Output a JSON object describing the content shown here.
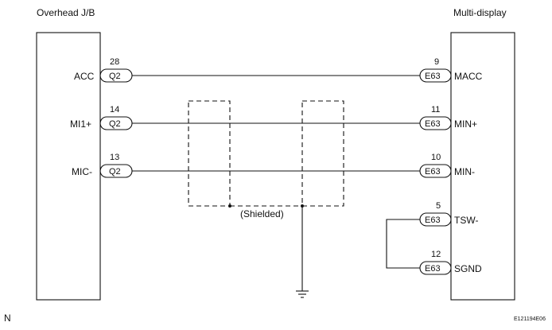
{
  "left_component": {
    "name": "Overhead J/B"
  },
  "right_component": {
    "name": "Multi-display"
  },
  "wires": [
    {
      "left_label": "ACC",
      "left_pin": "28",
      "left_conn": "Q2",
      "right_label": "MACC",
      "right_pin": "9",
      "right_conn": "E63"
    },
    {
      "left_label": "MI1+",
      "left_pin": "14",
      "left_conn": "Q2",
      "right_label": "MIN+",
      "right_pin": "11",
      "right_conn": "E63"
    },
    {
      "left_label": "MIC-",
      "left_pin": "13",
      "left_conn": "Q2",
      "right_label": "MIN-",
      "right_pin": "10",
      "right_conn": "E63"
    }
  ],
  "right_only_pins": [
    {
      "label": "TSW-",
      "pin": "5",
      "conn": "E63"
    },
    {
      "label": "SGND",
      "pin": "12",
      "conn": "E63"
    }
  ],
  "shield_label": "(Shielded)",
  "corner_left": "N",
  "corner_right": "E121194E06"
}
